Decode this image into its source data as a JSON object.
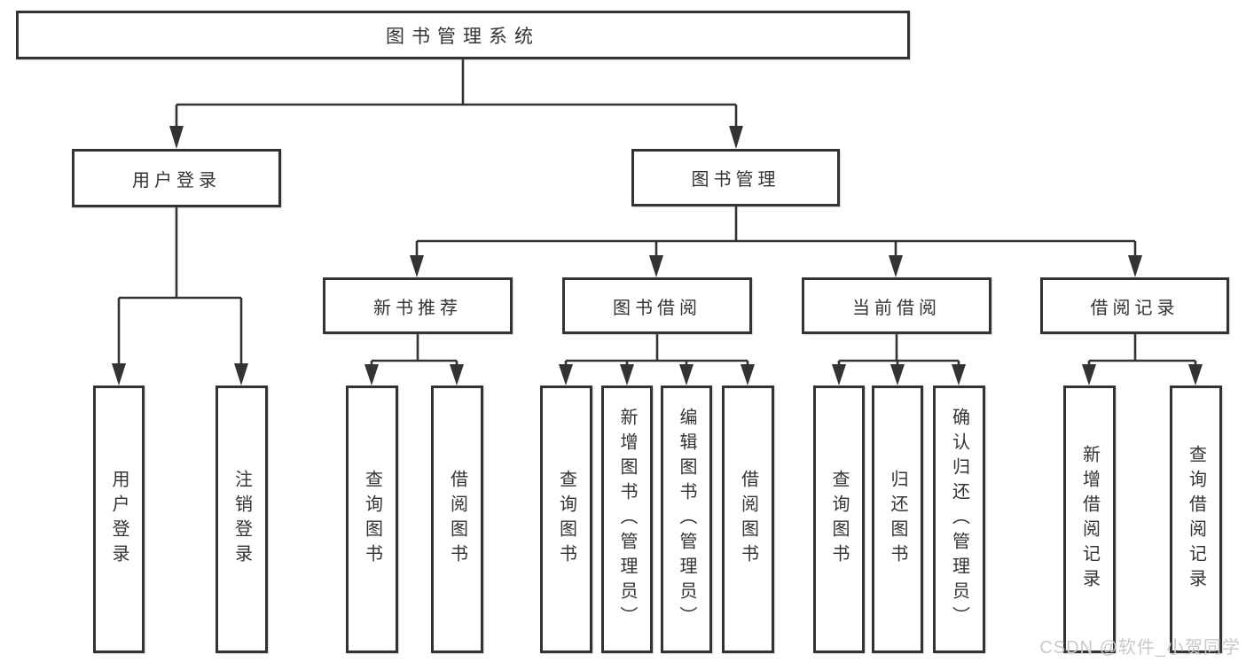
{
  "diagram": {
    "root": "图书管理系统",
    "level2": [
      "用户登录",
      "图书管理"
    ],
    "level3": [
      "新书推荐",
      "图书借阅",
      "当前借阅",
      "借阅记录"
    ],
    "leaves": {
      "login": [
        "用户登录",
        "注销登录"
      ],
      "recommend": [
        "查询图书",
        "借阅图书"
      ],
      "borrow": [
        "查询图书",
        "新增图书（管理员）",
        "编辑图书（管理员）",
        "借阅图书"
      ],
      "current": [
        "查询图书",
        "归还图书",
        "确认归还（管理员）"
      ],
      "record": [
        "新增借阅记录",
        "查询借阅记录"
      ]
    }
  },
  "watermark": "CSDN @软件_小贺同学",
  "colors": {
    "line": "#333333",
    "text": "#333333",
    "box_background": "#ffffff",
    "watermark": "#c9c9c9",
    "background": "#ffffff"
  }
}
